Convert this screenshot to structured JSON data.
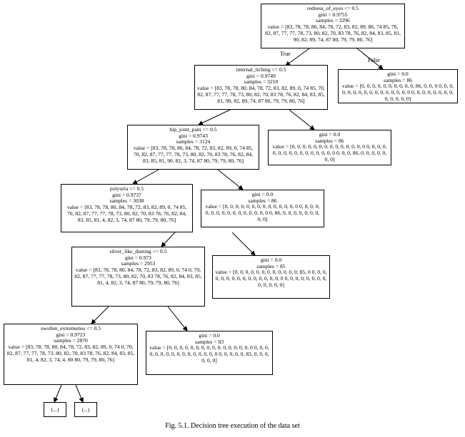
{
  "figure": {
    "caption": "Fig. 5.1. Decision tree execution of the data set",
    "edge_true": "True",
    "edge_false": "False"
  },
  "nodes": [
    {
      "id": "n0",
      "lines": [
        "redness_of_eyes <= 0.5",
        "gini = 0.9755",
        "samples = 3296"
      ],
      "value": "value = [83, 78, 78, 80, 84, 78, 72, 83, 82, 89, 86, 74 85, 70, 82, 87, 77, 77, 78, 73, 80, 82, 70, 83 78, 76, 82, 84, 83, 85, 81, 90, 82, 89, 74, 87 80, 79, 79, 80, 76]"
    },
    {
      "id": "n1",
      "lines": [
        "internal_itching <= 0.5",
        "gini = 0.9749",
        "samples = 3210"
      ],
      "value": "value = [83, 78, 78, 80, 84, 78, 72, 83, 82, 89, 0, 74 85, 70, 82, 87, 77, 77, 78, 73, 80, 82, 70, 83 78, 76, 82, 84, 83, 85, 81, 90, 82, 89, 74, 87 80, 79, 79, 80, 76]"
    },
    {
      "id": "n2",
      "lines": [
        "gini = 0.0",
        "samples = 86"
      ],
      "value": "value = [0, 0, 0, 0, 0, 0, 0, 0, 0, 0, 86, 0, 0, 0 0, 0, 0, 0, 0, 0, 0, 0, 0, 0, 0, 0, 0, 0, 0, 0 0, 0, 0, 0, 0, 0, 0, 0, 0, 0, 0, 0, 0]"
    },
    {
      "id": "n3",
      "lines": [
        "hip_joint_pain <= 0.5",
        "gini = 0.9743",
        "samples = 3124"
      ],
      "value": "value = [83, 78, 78, 80, 84, 78, 72, 83, 82, 89, 0, 74 85, 70, 82, 87, 77, 77, 78, 73, 80, 82, 70, 83 78, 76, 82, 84, 83, 85, 81, 90, 82, 3, 74, 87 80, 79, 79, 80, 76]"
    },
    {
      "id": "n4",
      "lines": [
        "gini = 0.0",
        "samples = 86"
      ],
      "value": "value = [0, 0, 0, 0, 0, 0, 0, 0, 0, 0, 0, 0, 0, 0 0, 0, 0, 0, 0, 0, 0, 0, 0, 0, 0, 0, 0, 0, 0, 0 0, 0, 0, 86, 0, 0, 0, 0, 0, 0, 0]"
    },
    {
      "id": "n5",
      "lines": [
        "polyuria <= 0.5",
        "gini = 0.9737",
        "samples = 3038"
      ],
      "value": "value = [83, 78, 78, 80, 84, 78, 72, 83, 82, 89, 0, 74 85, 70, 82, 87, 77, 77, 78, 73, 80, 82, 70, 83 78, 76, 82, 84, 83, 85, 81, 4, 82, 3, 74, 87 80, 79, 79, 80, 76]"
    },
    {
      "id": "n6",
      "lines": [
        "gini = 0.0",
        "samples = 86"
      ],
      "value": "value = [0, 0, 0, 0, 0, 0, 0, 0, 0, 0, 0, 0, 0, 0 0, 0, 0, 0, 0, 0, 0, 0, 0, 0, 0, 0, 0, 0, 0, 0 0, 86, 0, 0, 0, 0, 0, 0, 0, 0, 0]"
    },
    {
      "id": "n7",
      "lines": [
        "silver_like_dusting <= 0.5",
        "gini = 0.973",
        "samples = 2953"
      ],
      "value": "value = [83, 78, 78, 80, 84, 78, 72, 83, 82, 89, 0, 74 0, 70, 82, 87, 77, 77, 78, 73, 80, 82, 70, 83 78, 76, 82, 84, 83, 85, 81, 4, 82, 3, 74, 87 80, 79, 79, 80, 76]"
    },
    {
      "id": "n8",
      "lines": [
        "gini = 0.0",
        "samples = 85"
      ],
      "value": "value = [0, 0, 0, 0, 0, 0, 0, 0, 0, 0, 0, 0, 85, 0 0, 0, 0, 0, 0, 0, 0, 0, 0, 0, 0, 0, 0, 0, 0, 0 0, 0, 0, 0, 0, 0, 0, 0, 0, 0, 0, 0, 0]"
    },
    {
      "id": "n9",
      "lines": [
        "swollen_extremeties <= 0.5",
        "gini = 0.9723",
        "samples = 2870"
      ],
      "value": "value = [83, 78, 78, 80, 84, 78, 72, 83, 82, 89, 0, 74 0, 70, 82, 87, 77, 77, 78, 73, 80, 82, 70, 83 78, 76, 82, 84, 83, 85, 81, 4, 82, 3, 74, 4, 80 80, 79, 79, 80, 76]"
    },
    {
      "id": "n10",
      "lines": [
        "gini = 0.0",
        "samples = 83"
      ],
      "value": "value = [0, 0, 0, 0, 0, 0, 0, 0, 0, 0, 0, 0, 0, 0, 0, 0 0, 0, 0, 0, 0, 0, 0, 0, 0, 0, 0, 0, 0, 0, 0, 0 0, 0, 0, 0, 0, 83, 0, 0, 0, 0, 0, 0]"
    },
    {
      "id": "n11",
      "lines": [
        "(...)"
      ],
      "value": ""
    },
    {
      "id": "n12",
      "lines": [
        "(...)"
      ],
      "value": ""
    }
  ]
}
